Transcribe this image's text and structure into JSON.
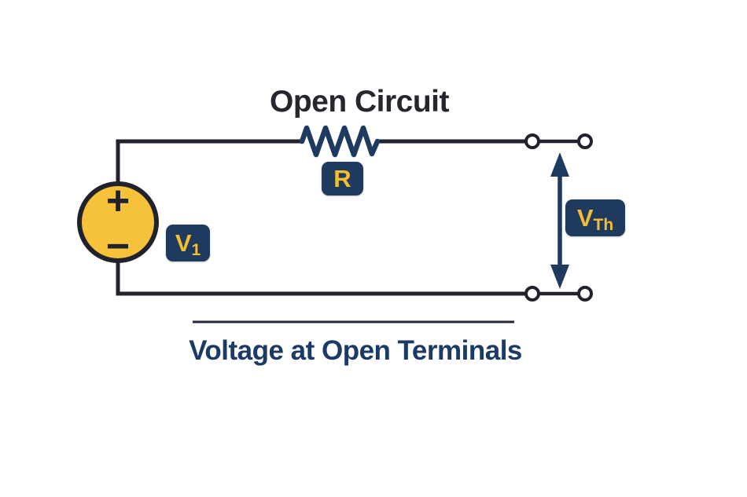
{
  "title": "Open Circuit",
  "caption": "Voltage at Open Terminals",
  "source": {
    "plus": "+",
    "minus": "−",
    "label_base": "V",
    "label_sub": "1"
  },
  "resistor": {
    "label": "R"
  },
  "thevenin": {
    "label_base": "V",
    "label_sub": "Th"
  },
  "colors": {
    "background": "#ffffff",
    "wire": "#22222c",
    "navy_accent": "#1e3a5f",
    "label_yellow": "#f5be30",
    "source_fill": "#f6c23a",
    "title_text": "#26262e",
    "caption_text": "#1c3a66"
  }
}
